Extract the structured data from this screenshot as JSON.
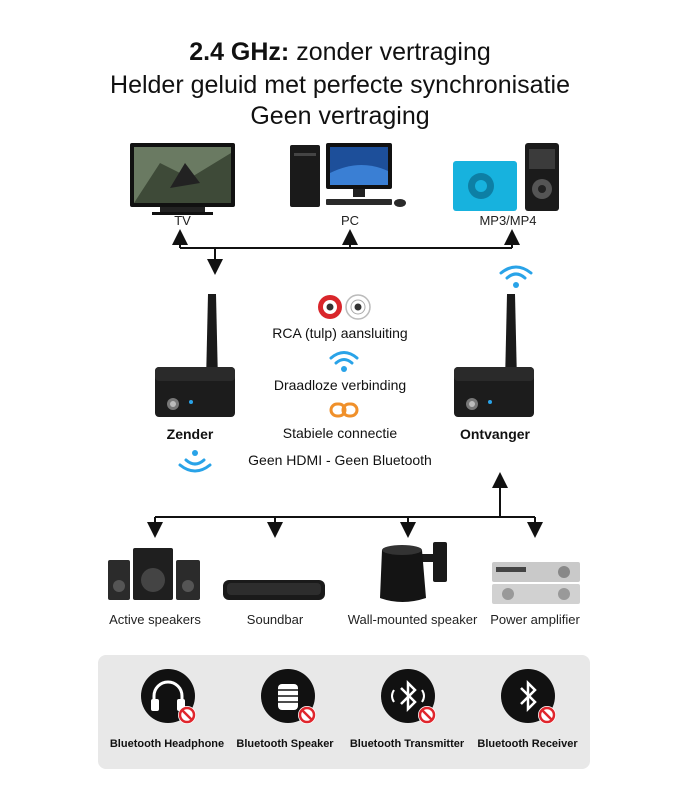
{
  "header": {
    "line1_bold": "2.4 GHz:",
    "line1_rest": " zonder vertraging",
    "line2": "Helder geluid met perfecte synchronisatie",
    "line3": "Geen vertraging"
  },
  "sources": [
    {
      "label": "TV",
      "icon": "tv-icon"
    },
    {
      "label": "PC",
      "icon": "pc-icon"
    },
    {
      "label": "MP3/MP4",
      "icon": "mp3-player-icon"
    }
  ],
  "devices": {
    "transmitter_label": "Zender",
    "receiver_label": "Ontvanger"
  },
  "features": [
    {
      "label": "RCA (tulp) aansluiting",
      "icon": "rca-connector-icon"
    },
    {
      "label": "Draadloze verbinding",
      "icon": "wifi-icon"
    },
    {
      "label": "Stabiele connectie",
      "icon": "link-icon"
    },
    {
      "label": "Geen HDMI  - Geen Bluetooth"
    }
  ],
  "outputs": [
    {
      "label": "Active speakers",
      "icon": "speakers-icon"
    },
    {
      "label": "Soundbar",
      "icon": "soundbar-icon"
    },
    {
      "label": "Wall-mounted speaker",
      "icon": "wall-speaker-icon"
    },
    {
      "label": "Power amplifier",
      "icon": "amplifier-icon"
    }
  ],
  "not_supported": [
    {
      "label": "Bluetooth Headphone",
      "icon": "headphone-icon"
    },
    {
      "label": "Bluetooth Speaker",
      "icon": "speaker-icon"
    },
    {
      "label": "Bluetooth Transmitter",
      "icon": "bluetooth-icon"
    },
    {
      "label": "Bluetooth Receiver",
      "icon": "bluetooth-icon"
    }
  ],
  "colors": {
    "wifi": "#29a3e8",
    "link": "#f0902a",
    "rca_red": "#d9262b",
    "forbidden": "#e0262d"
  }
}
